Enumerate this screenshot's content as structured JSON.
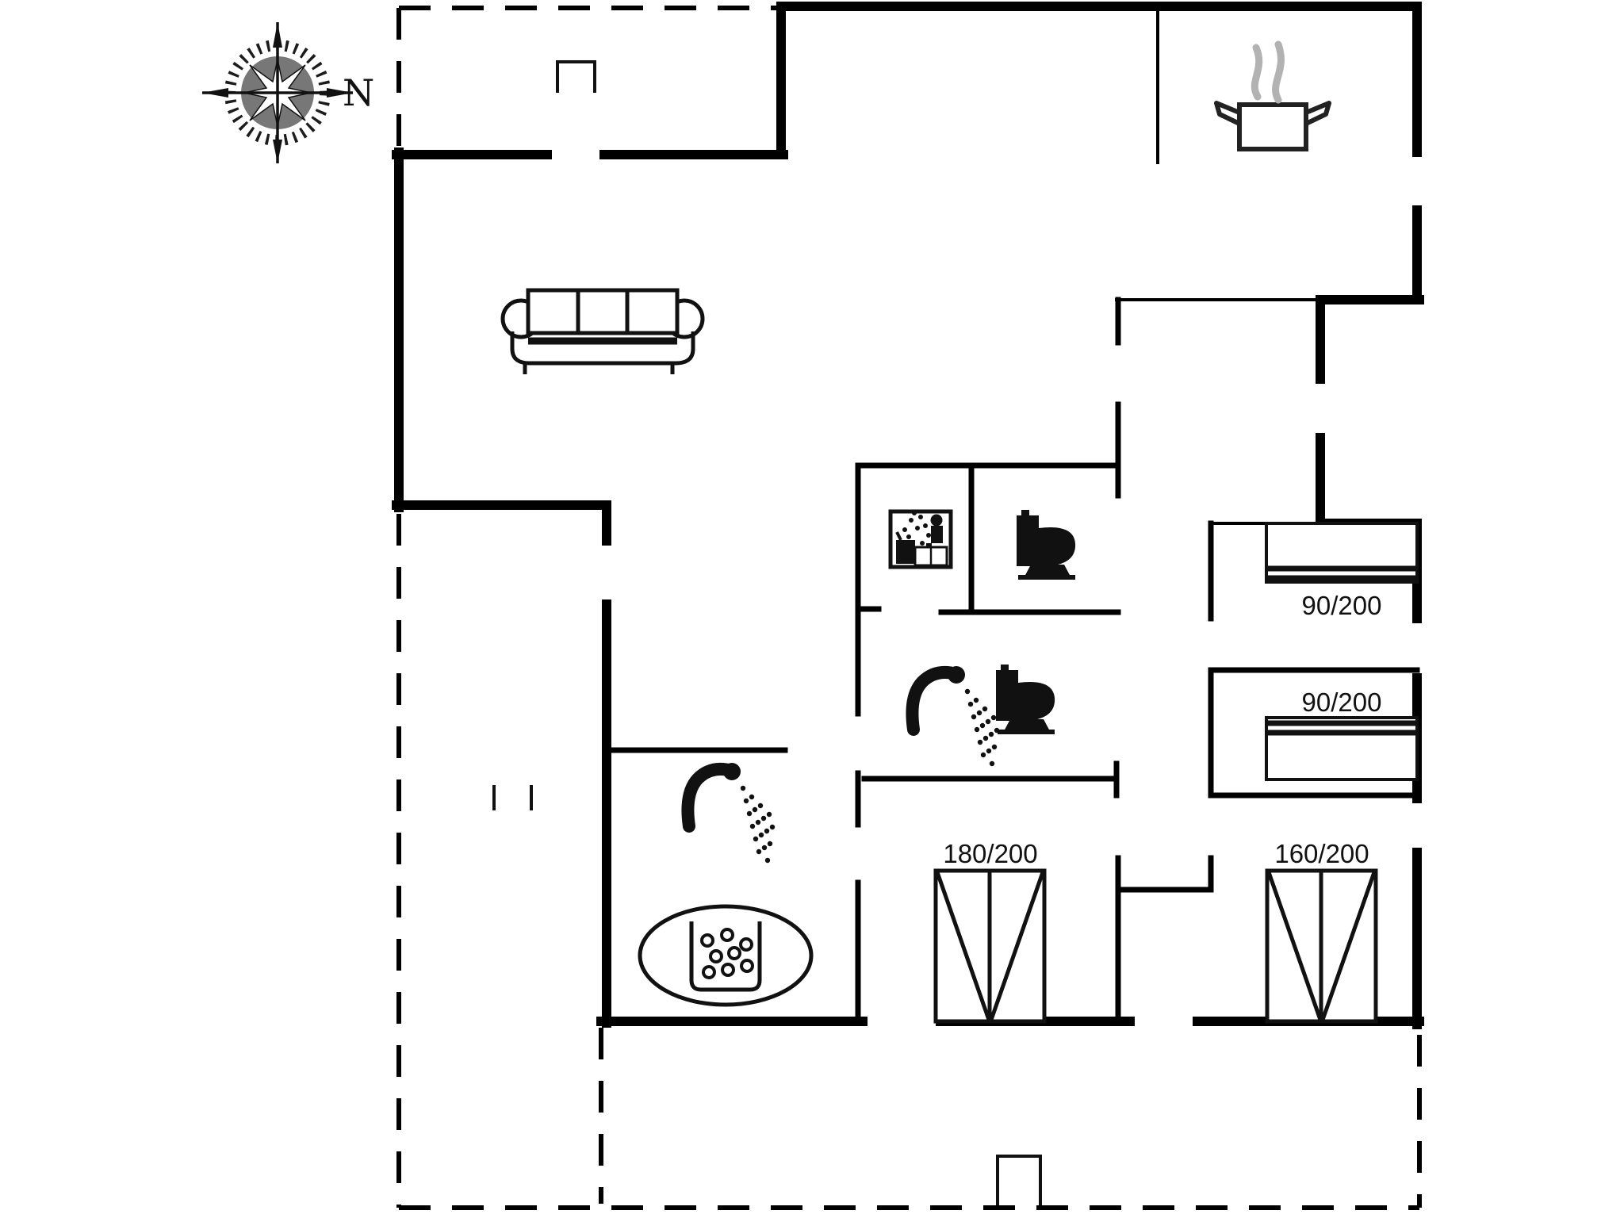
{
  "plan": {
    "type": "holiday-house-floor-plan",
    "compass": {
      "label": "N"
    },
    "beds": {
      "single_bed_1": "90/200",
      "single_bed_2": "90/200",
      "double_bed": "180/200",
      "queen_bed": "160/200"
    },
    "icons": [
      "compass-rose-icon",
      "cooking-pot-icon",
      "sofa-icon",
      "sauna-icon",
      "toilet-icon",
      "toilet-icon",
      "shower-icon",
      "shower-icon",
      "whirlpool-tub-icon",
      "terrace-door-marker-icon",
      "terrace-door-marker-icon",
      "terrace-opening-ticks-icon"
    ],
    "colors": {
      "wall": "#000000",
      "steam_gray": "#b2b2b2",
      "background": "#ffffff",
      "label_text": "#111111"
    }
  }
}
